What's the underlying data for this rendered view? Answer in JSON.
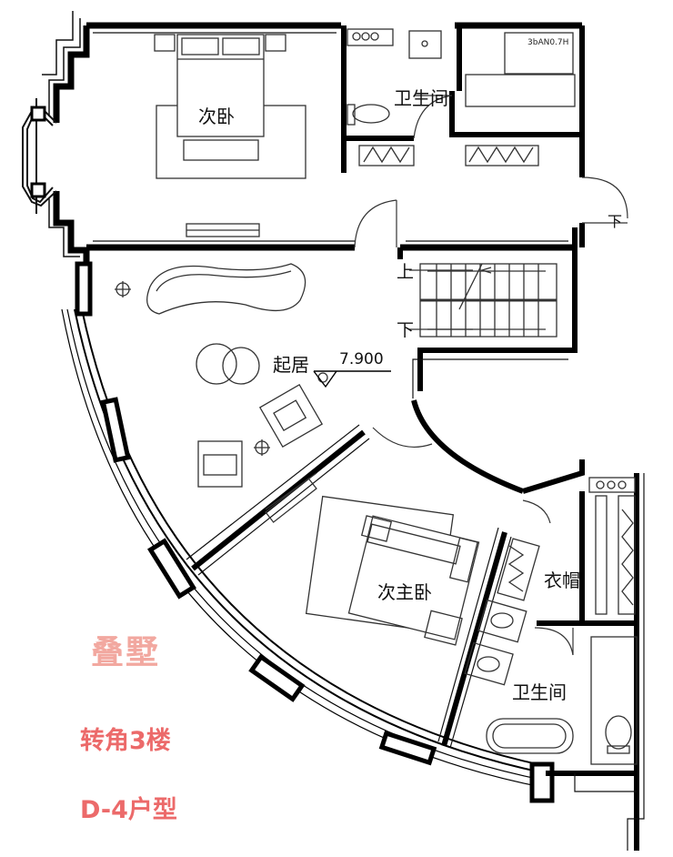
{
  "rooms": {
    "bedroom_2": "次卧",
    "bathroom_top": "卫生间",
    "living": "起居",
    "master": "次主卧",
    "closet": "衣帽",
    "bathroom_bottom": "卫生间"
  },
  "elevation": "7.900",
  "stair": {
    "up": "上",
    "down": "下"
  },
  "door_down": "下",
  "shower_tag": "3bAN0.7H",
  "titles": {
    "main": "叠墅",
    "floor": "转角3楼",
    "type": "D-4户型"
  },
  "colors": {
    "wall": "#000000",
    "line": "#333333",
    "title_main": "#f2a8a0",
    "title_sub": "#ec6a6a"
  }
}
